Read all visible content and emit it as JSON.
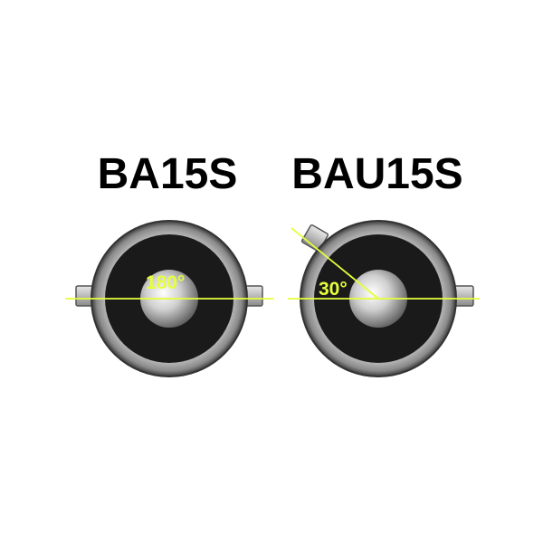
{
  "bulbs": [
    {
      "name": "BA15S",
      "angle_label": "180°",
      "pin_offset_deg": 180
    },
    {
      "name": "BAU15S",
      "angle_label": "30°",
      "pin_offset_deg": 30
    }
  ],
  "colors": {
    "background": "#ffffff",
    "title": "#000000",
    "guide_line": "#e6ff3a",
    "angle_text": "#e6ff3a",
    "socket_rim": "#8a8a8a",
    "socket_face": "#1a1a1a",
    "bulb_glow_center": "#ffffff",
    "bulb_glow_edge": "#6e6e6e",
    "pin": "#bdbdbd"
  }
}
